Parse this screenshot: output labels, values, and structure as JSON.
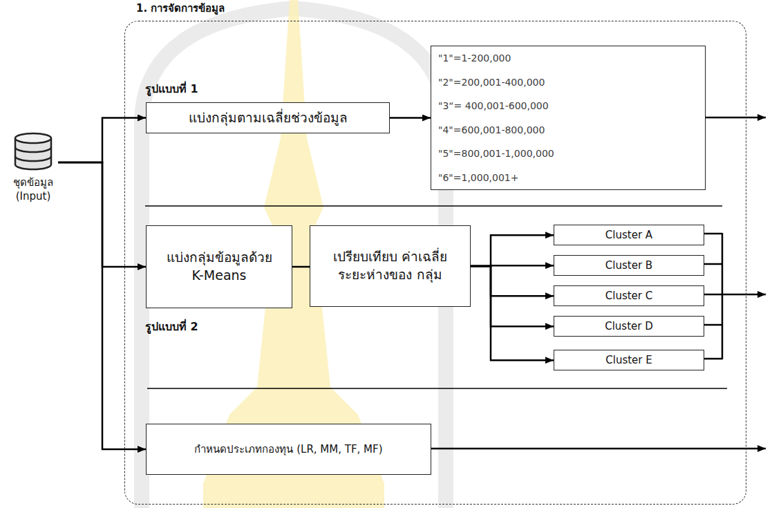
{
  "diagram": {
    "nodes": [
      {
        "text": [
          "1. การจัดการข้อมูล"
        ]
      },
      {
        "text": [
          "ชุดข้อมูล (Input)"
        ]
      },
      {
        "text": [
          "แบ่งกลุ่มตามเฉลี่ยช่วงข้อมูล"
        ],
        "in": 0
      },
      {
        "text": [
          "\"1\"=1-200,000",
          "\"2\"=200,001-400,000",
          "\"3“= 400,001-600,000",
          "\"4\"=600,001-800,000",
          "\"5\"=800,001-1,000,000",
          "\"6\"=1,000,001+"
        ],
        "in": 0
      },
      {
        "text": [
          "แบ่งกลุ่มข้อมูลด้วย K-Means"
        ],
        "in": 0
      },
      {
        "text": [
          "เปรียบเทียบ ค่าเฉลี่ยระยะห่างของ กลุ่ม"
        ],
        "in": 0
      },
      {
        "text": [
          "Cluster A"
        ],
        "in": 0
      },
      {
        "text": [
          "Cluster B"
        ],
        "in": 0
      },
      {
        "text": [
          "Cluster C"
        ],
        "in": 0
      },
      {
        "text": [
          "Cluster D"
        ],
        "in": 0
      },
      {
        "text": [
          "Cluster E"
        ],
        "in": 0
      },
      {
        "text": [
          "กำหนดประเภทกองทุน (LR, MM, TF, MF)"
        ],
        "in": 0
      }
    ],
    "edges": [
      {
        "from": 1,
        "to": 2,
        "arrow": "to"
      },
      {
        "from": 1,
        "to": 4,
        "arrow": "to"
      },
      {
        "from": 1,
        "to": 11,
        "arrow": "to"
      },
      {
        "from": 2,
        "to": 3,
        "arrow": "to"
      },
      {
        "from": 4,
        "to": 5,
        "arrow": "none"
      },
      {
        "from": 5,
        "to": 6,
        "arrow": "to"
      },
      {
        "from": 5,
        "to": 7,
        "arrow": "to"
      },
      {
        "from": 5,
        "to": 8,
        "arrow": "to"
      },
      {
        "from": 5,
        "to": 9,
        "arrow": "to"
      },
      {
        "from": 5,
        "to": 10,
        "arrow": "to"
      }
    ],
    "labels": [
      "รูปแบบที่ 1",
      "รูปแบบที่ 2"
    ]
  }
}
